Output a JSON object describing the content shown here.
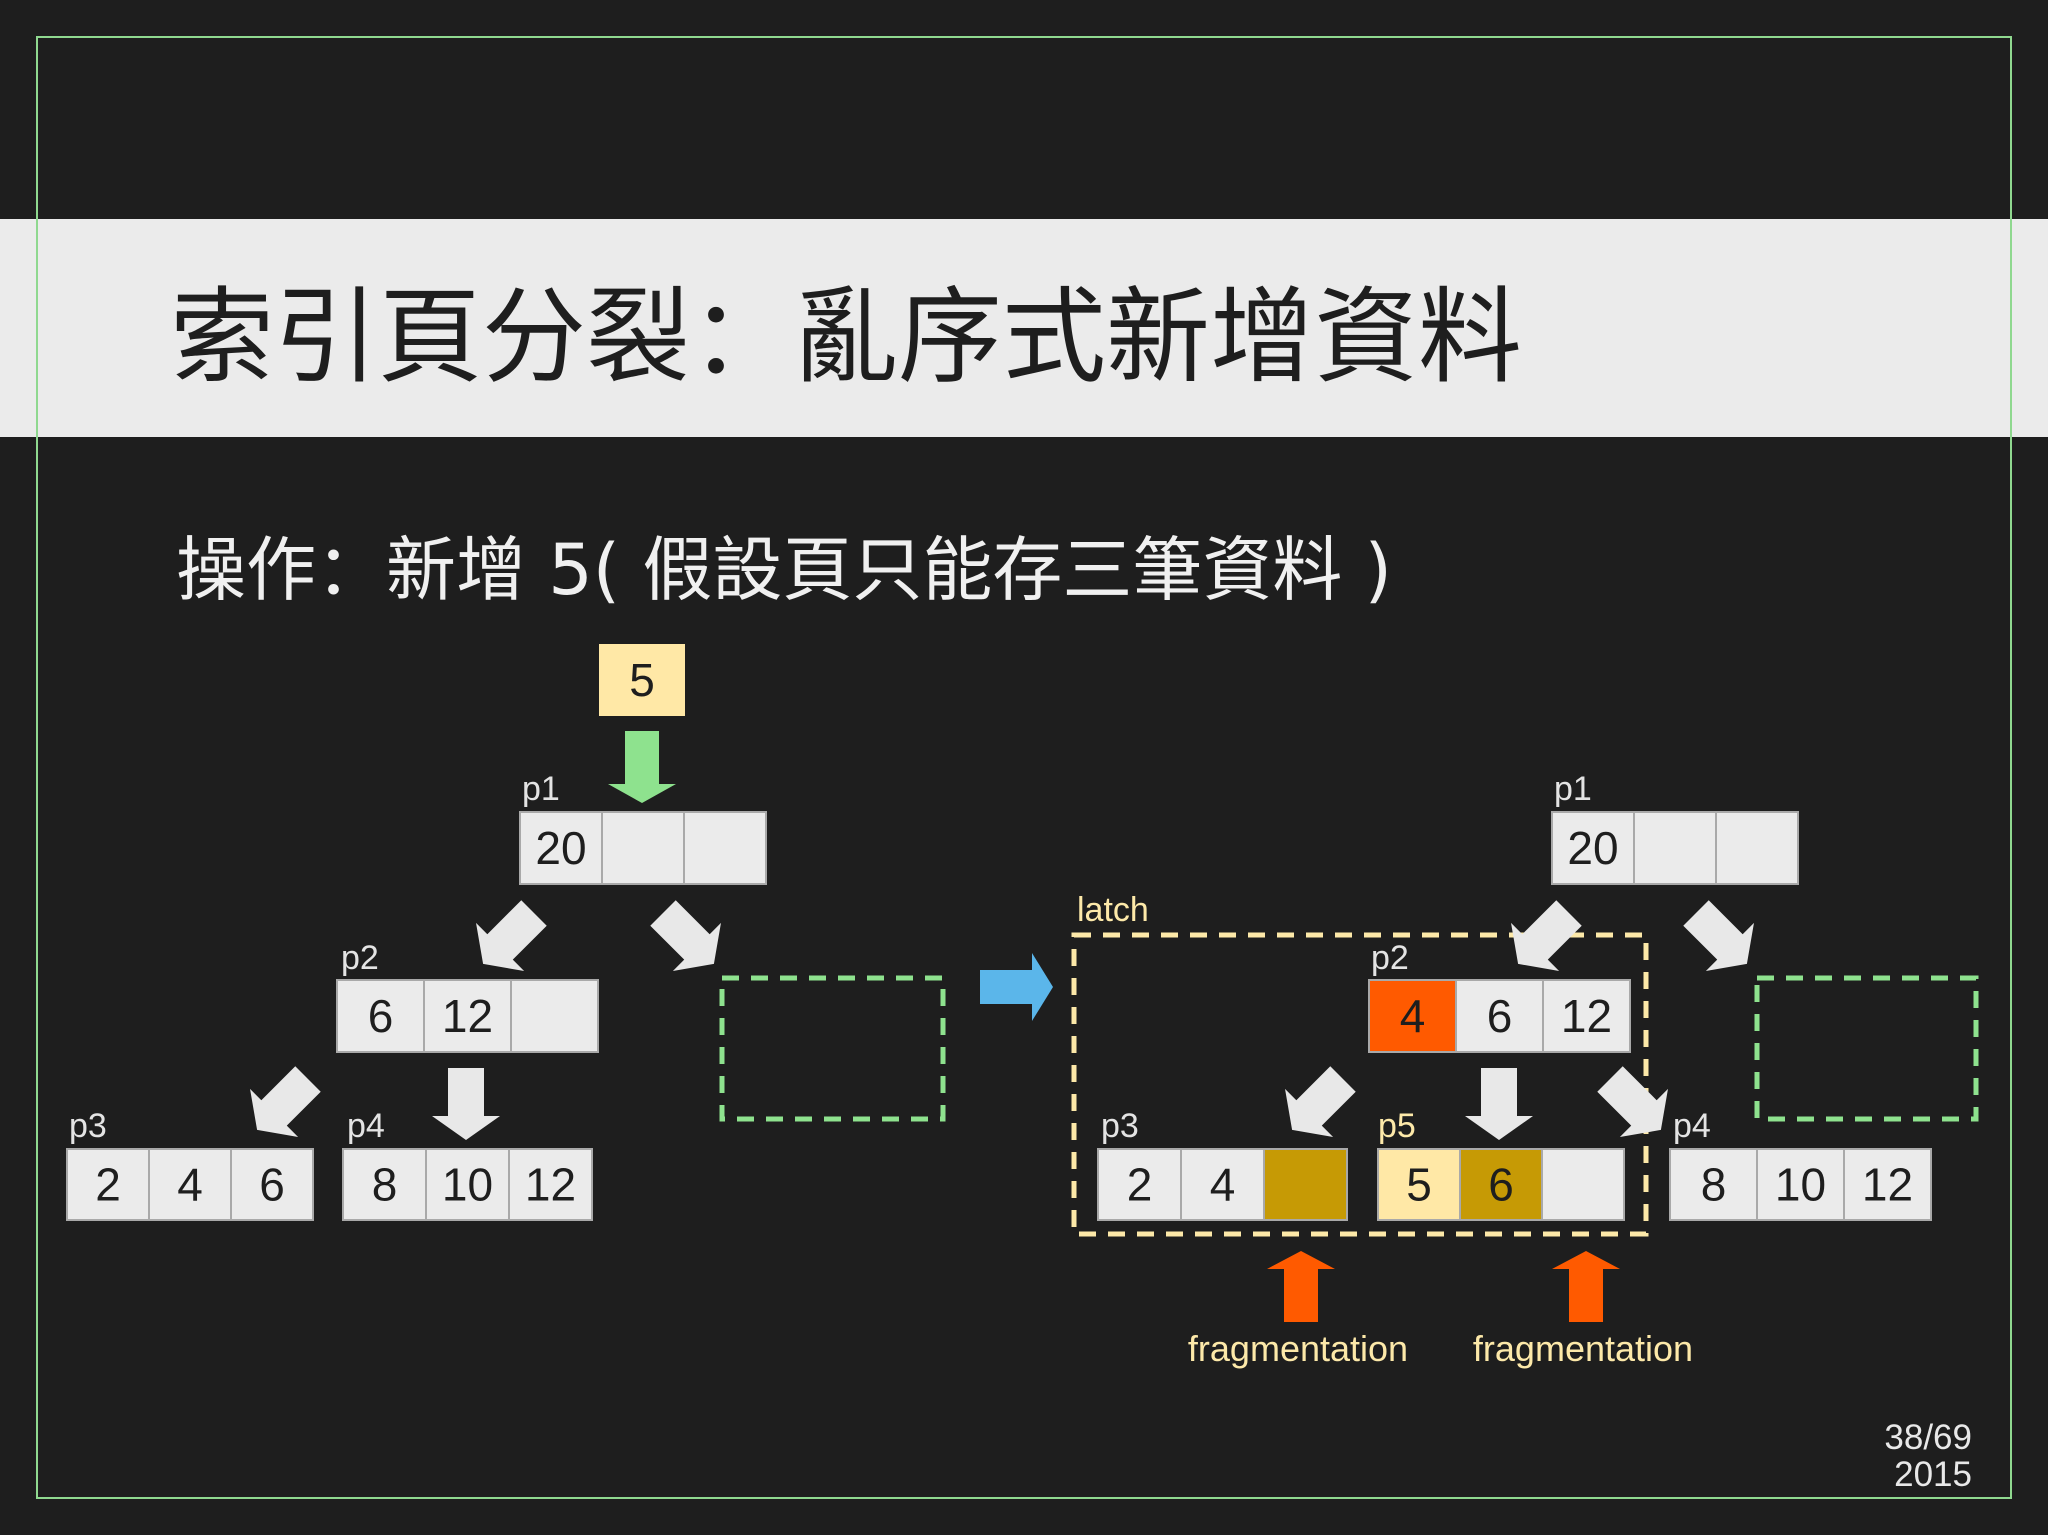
{
  "slide": {
    "title": "索引頁分裂：亂序式新增資料",
    "subtitle": "操作：新增 5( 假設頁只能存三筆資料 )",
    "page_number": "38/69",
    "year": "2015"
  },
  "colors": {
    "background": "#1e1e1e",
    "title_band": "#ebebeb",
    "frame": "#8fd88f",
    "cell": "#ebebeb",
    "highlight_yellow": "#ffe8a6",
    "highlight_orange": "#ff5a00",
    "highlight_gold": "#c69a05",
    "green_arrow": "#8ee28e",
    "blue_arrow": "#5bb6ea",
    "orange_arrow": "#ff5a00",
    "green_dashed": "#8ee28e",
    "yellow_dashed": "#fde9a9"
  },
  "before": {
    "insert_key": "5",
    "p1": {
      "label": "p1",
      "cells": [
        "20",
        "",
        ""
      ]
    },
    "p2": {
      "label": "p2",
      "cells": [
        "6",
        "12",
        ""
      ]
    },
    "p3": {
      "label": "p3",
      "cells": [
        "2",
        "4",
        "6"
      ]
    },
    "p4": {
      "label": "p4",
      "cells": [
        "8",
        "10",
        "12"
      ]
    }
  },
  "after": {
    "latch_label": "latch",
    "p1": {
      "label": "p1",
      "cells": [
        "20",
        "",
        ""
      ]
    },
    "p2": {
      "label": "p2",
      "cells": [
        "4",
        "6",
        "12"
      ]
    },
    "p3": {
      "label": "p3",
      "cells": [
        "2",
        "4",
        ""
      ]
    },
    "p5": {
      "label": "p5",
      "cells": [
        "5",
        "6",
        ""
      ]
    },
    "p4": {
      "label": "p4",
      "cells": [
        "8",
        "10",
        "12"
      ]
    },
    "fragmentation_labels": [
      "fragmentation",
      "fragmentation"
    ]
  }
}
